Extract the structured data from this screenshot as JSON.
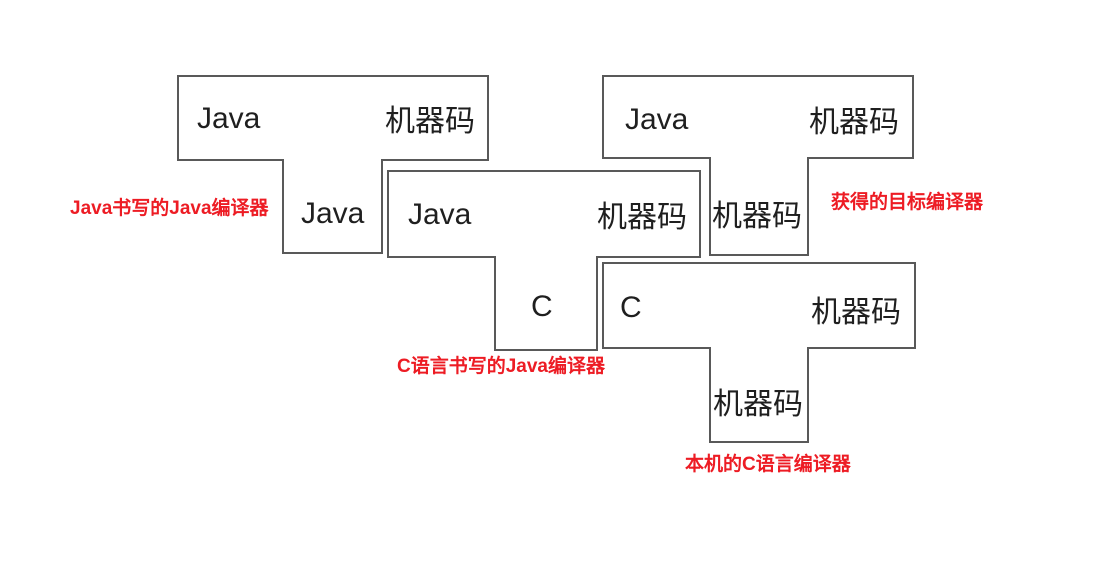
{
  "diagram": {
    "type": "tombstone-diagram",
    "topic": "compiler bootstrapping",
    "colors": {
      "outline": "#595959",
      "text": "#1f1f1f",
      "annotation": "#ed1c24",
      "background": "#ffffff"
    },
    "tombstones": [
      {
        "id": "java-written-java-compiler",
        "source": "Java",
        "target": "机器码",
        "implementation": "Java",
        "label": "Java书写的Java编译器"
      },
      {
        "id": "c-written-java-compiler",
        "source": "Java",
        "target": "机器码",
        "implementation": "C",
        "label": "C语言书写的Java编译器"
      },
      {
        "id": "obtained-target-compiler",
        "source": "Java",
        "target": "机器码",
        "implementation": "机器码",
        "label": "获得的目标编译器"
      },
      {
        "id": "native-c-compiler",
        "source": "C",
        "target": "机器码",
        "implementation": "机器码",
        "label": "本机的C语言编译器"
      }
    ]
  }
}
